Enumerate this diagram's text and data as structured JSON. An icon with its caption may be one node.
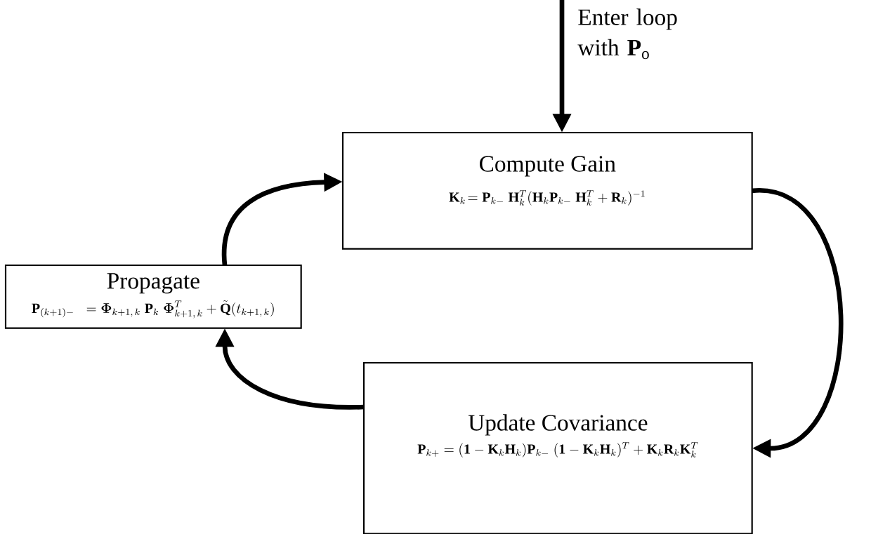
{
  "diagram": {
    "nodes": [
      {
        "text": [
          "Compute Gain",
          "\\mathbf{K}_k\\!= \\mathbf{P}_{k-}\\;\\mathbf{H}_k^T(\\mathbf{H}_k\\mathbf{P}_{k-}\\;\\mathbf{H}_k^T+\\mathbf{R}_k)^{-1}"
        ]
      },
      {
        "text": [
          "Propagate",
          "\\mathbf{P}_{(k+1)-}\\;\\;=\\boldsymbol{\\Phi}_{k+1,\\,k}\\;\\mathbf{P}_k\\;\\boldsymbol{\\Phi}_{k+1,\\,k}^T+\\tilde{\\mathbf{Q}}(t_{k+1,\\,k})"
        ]
      },
      {
        "text": [
          "Update Covariance",
          "\\mathbf{P}_{k+}=(\\mathbf{1}-\\mathbf{K}_k\\mathbf{H}_k)\\mathbf{P}_{k-}\\;(\\mathbf{1}-\\mathbf{K}_k\\mathbf{H}_k)^T+\\mathbf{K}_k\\mathbf{R}_k\\mathbf{K}_k^T"
        ]
      }
    ],
    "edges": [
      {
        "from": null,
        "to": 0,
        "arrow": "to",
        "label": "Enter loop with **P**$_{o}$"
      },
      {
        "from": 0,
        "to": 2,
        "arrow": "to"
      },
      {
        "from": 2,
        "to": 1,
        "arrow": "to"
      },
      {
        "from": 1,
        "to": 0,
        "arrow": "to"
      }
    ]
  }
}
